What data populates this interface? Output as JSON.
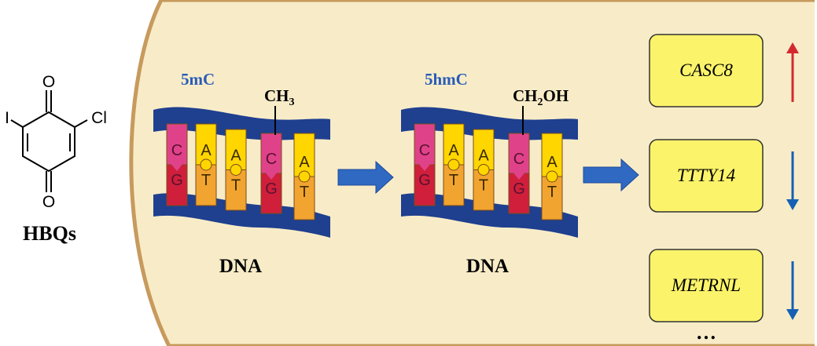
{
  "molecule": {
    "name": "HBQs",
    "atoms": {
      "iodine": "I",
      "chlorine": "Cl",
      "oxygen_top": "O",
      "oxygen_bottom": "O"
    }
  },
  "dna_left": {
    "modification_label": "5mC",
    "group_label_main": "CH",
    "group_label_sub": "3",
    "dna_label": "DNA",
    "pairs": [
      {
        "top": "C",
        "bottom": "G",
        "type": "CG"
      },
      {
        "top": "A",
        "bottom": "T",
        "type": "AT"
      },
      {
        "top": "A",
        "bottom": "T",
        "type": "AT"
      },
      {
        "top": "C",
        "bottom": "G",
        "type": "CG"
      },
      {
        "top": "A",
        "bottom": "T",
        "type": "AT"
      }
    ]
  },
  "dna_right": {
    "modification_label": "5hmC",
    "group_label_pre": "CH",
    "group_label_sub": "2",
    "group_label_post": "OH",
    "dna_label": "DNA",
    "pairs": [
      {
        "top": "C",
        "bottom": "G",
        "type": "CG"
      },
      {
        "top": "A",
        "bottom": "T",
        "type": "AT"
      },
      {
        "top": "A",
        "bottom": "T",
        "type": "AT"
      },
      {
        "top": "C",
        "bottom": "G",
        "type": "CG"
      },
      {
        "top": "A",
        "bottom": "T",
        "type": "AT"
      }
    ]
  },
  "genes": [
    {
      "name": "CASC8",
      "direction": "up"
    },
    {
      "name": "TTTY14",
      "direction": "down"
    },
    {
      "name": "METRNL",
      "direction": "down"
    }
  ],
  "more_indicator": "…",
  "colors": {
    "cell_fill": "#f8ecc8",
    "cell_border": "#c79a5d",
    "strand_blue": "#1f3f8f",
    "arrow_blue": "#2f69c2",
    "cg_pink": "#e0428a",
    "cg_red": "#cf1f3b",
    "at_yellow": "#ffd600",
    "at_orange": "#f2a430",
    "gene_box_fill": "#fbf36a",
    "up_red": "#d4282f",
    "down_blue": "#1560b4",
    "label_blue": "#2a5cb8"
  }
}
